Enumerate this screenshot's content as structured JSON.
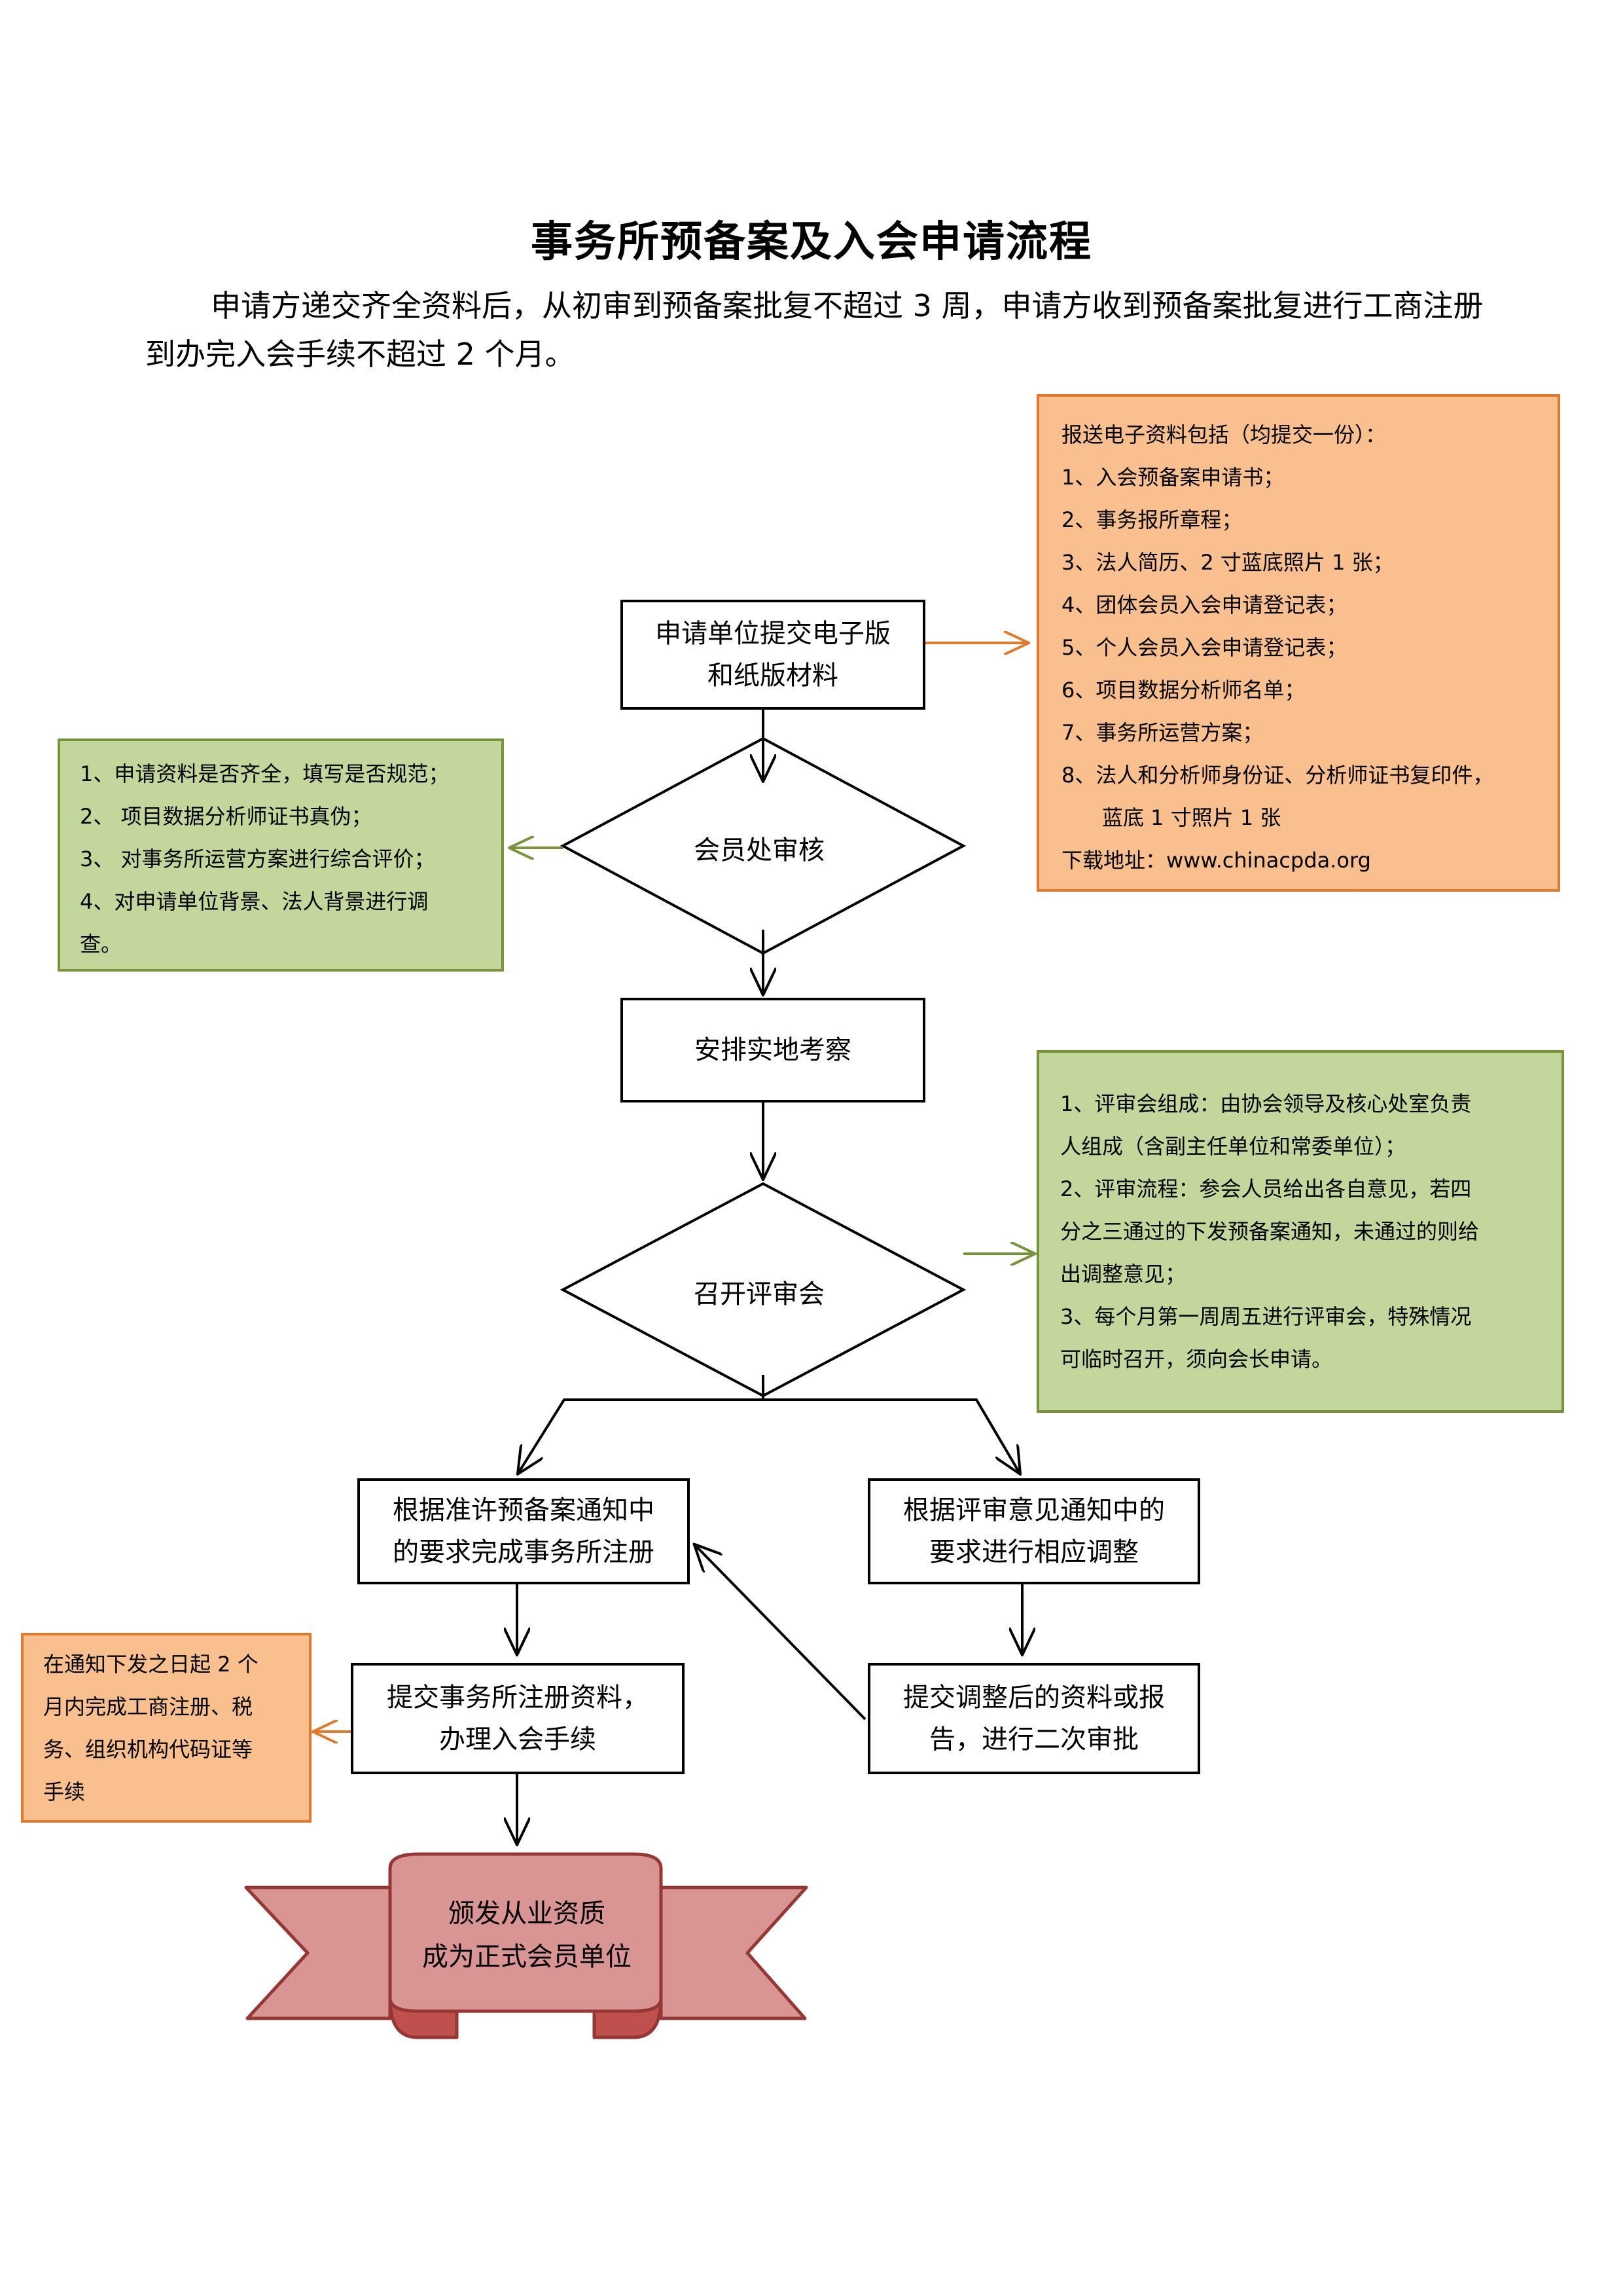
{
  "header": {
    "title": "事务所预备案及入会申请流程",
    "intro": "申请方递交齐全资料后，从初审到预备案批复不超过 3 周，申请方收到预备案批复进行工商注册到办完入会手续不超过 2 个月。"
  },
  "nodes": {
    "submit_materials": [
      "申请单位提交电子版",
      "和纸版材料"
    ],
    "member_review": "会员处审核",
    "site_inspection": "安排实地考察",
    "review_meeting": "召开评审会",
    "complete_registration": [
      "根据准许预备案通知中",
      "的要求完成事务所注册"
    ],
    "adjust_per_opinion": [
      "根据评审意见通知中的",
      "要求进行相应调整"
    ],
    "submit_registration": [
      "提交事务所注册资料，",
      "办理入会手续"
    ],
    "resubmit": [
      "提交调整后的资料或报",
      "告，进行二次审批"
    ],
    "final": [
      "颁发从业资质",
      "成为正式会员单位"
    ]
  },
  "notes": {
    "electronic_materials": {
      "heading": "报送电子资料包括（均提交一份）：",
      "items": [
        "1、入会预备案申请书；",
        "2、事务报所章程；",
        "3、法人简历、2 寸蓝底照片 1 张；",
        "4、团体会员入会申请登记表；",
        "5、个人会员入会申请登记表；",
        "6、项目数据分析师名单；",
        "7、事务所运营方案；",
        "8、法人和分析师身份证、分析师证书复印件，",
        "蓝底 1 寸照片 1 张"
      ],
      "download": "下载地址：www.chinacpda.org"
    },
    "review_criteria": [
      "1、申请资料是否齐全，填写是否规范；",
      "2、 项目数据分析师证书真伪；",
      "3、 对事务所运营方案进行综合评价；",
      "4、对申请单位背景、法人背景进行调",
      "查。"
    ],
    "meeting_rules": [
      "1、评审会组成：由协会领导及核心处室负责",
      "人组成（含副主任单位和常委单位）；",
      "2、评审流程：参会人员给出各自意见，若四",
      "分之三通过的下发预备案通知，未通过的则给",
      "出调整意见；",
      "3、每个月第一周周五进行评审会，特殊情况",
      "可临时召开，须向会长申请。"
    ],
    "registration_deadline": [
      "在通知下发之日起 2 个",
      "月内完成工商注册、税",
      "务、组织机构代码证等",
      "手续"
    ]
  },
  "colors": {
    "orange_fill": "#f9bf8f",
    "orange_border": "#e0792c",
    "green_fill": "#c3d69b",
    "green_border": "#77933c",
    "ribbon_fill": "#d99594",
    "ribbon_border": "#953735"
  }
}
